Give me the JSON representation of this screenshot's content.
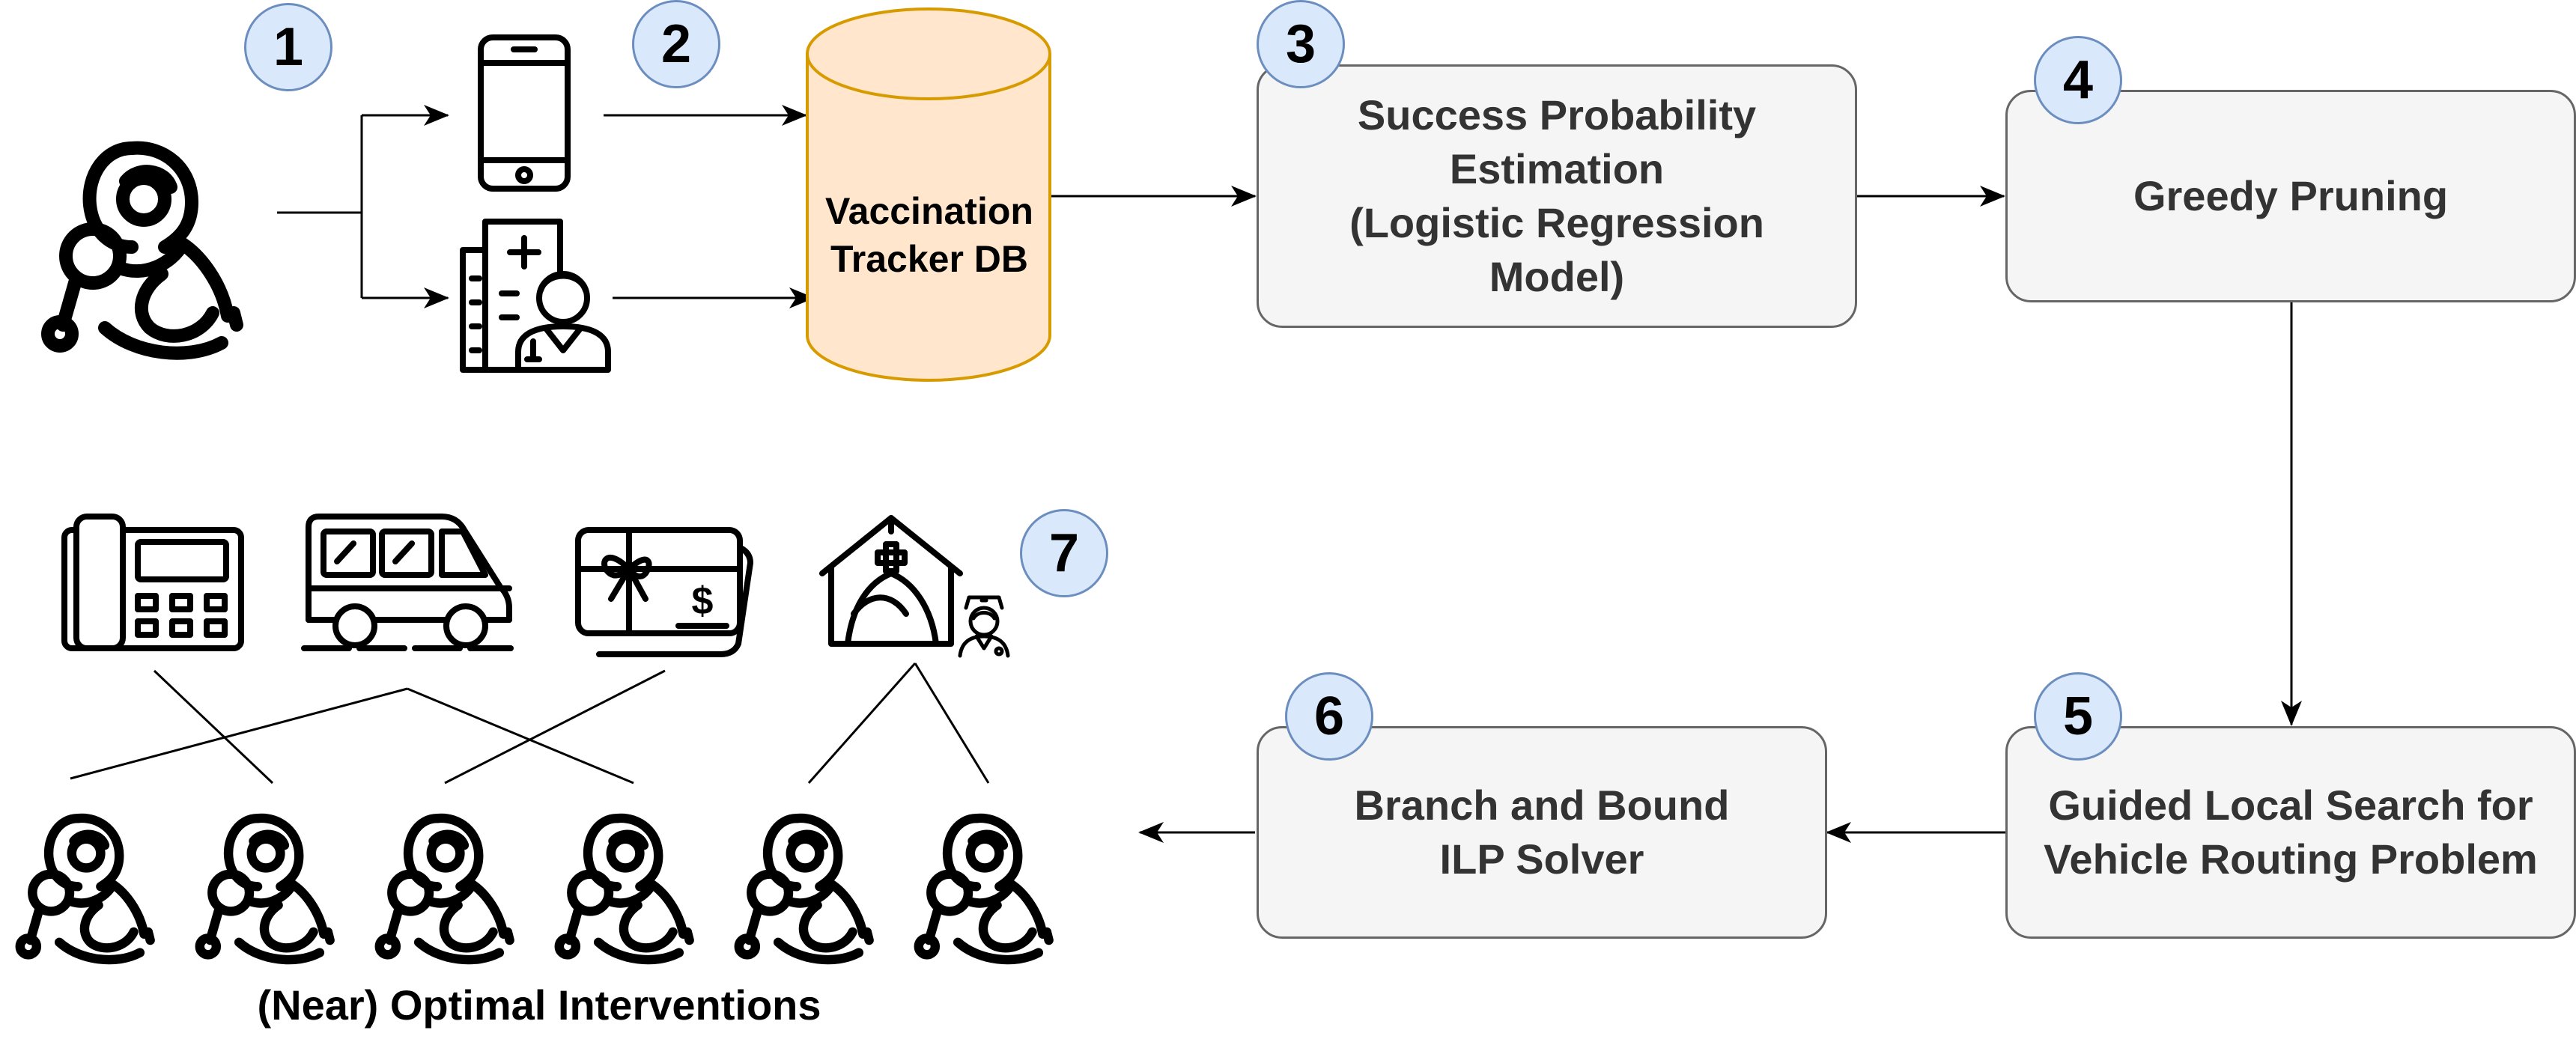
{
  "steps": [
    {
      "number": "1"
    },
    {
      "number": "2"
    },
    {
      "number": "3",
      "label": "Success Probability\nEstimation\n(Logistic Regression\nModel)"
    },
    {
      "number": "4",
      "label": "Greedy Pruning"
    },
    {
      "number": "5",
      "label": "Guided Local Search for\nVehicle Routing Problem"
    },
    {
      "number": "6",
      "label": "Branch and Bound\nILP Solver"
    },
    {
      "number": "7"
    }
  ],
  "database": {
    "label": "Vaccination\nTracker DB",
    "fill": "#ffe6cc",
    "stroke": "#d79b00"
  },
  "output_caption": "(Near) Optimal Interventions",
  "icons": [
    "mother-baby-icon",
    "smartphone-icon",
    "hospital-doctor-icon",
    "database-icon",
    "telephone-icon",
    "van-icon",
    "gift-card-icon",
    "medical-tent-icon",
    "nurse-icon"
  ],
  "colors": {
    "box_fill": "#f5f5f5",
    "box_stroke": "#666666",
    "badge_fill": "#dae8fc",
    "badge_stroke": "#6c8ebf",
    "arrow": "#000000"
  }
}
